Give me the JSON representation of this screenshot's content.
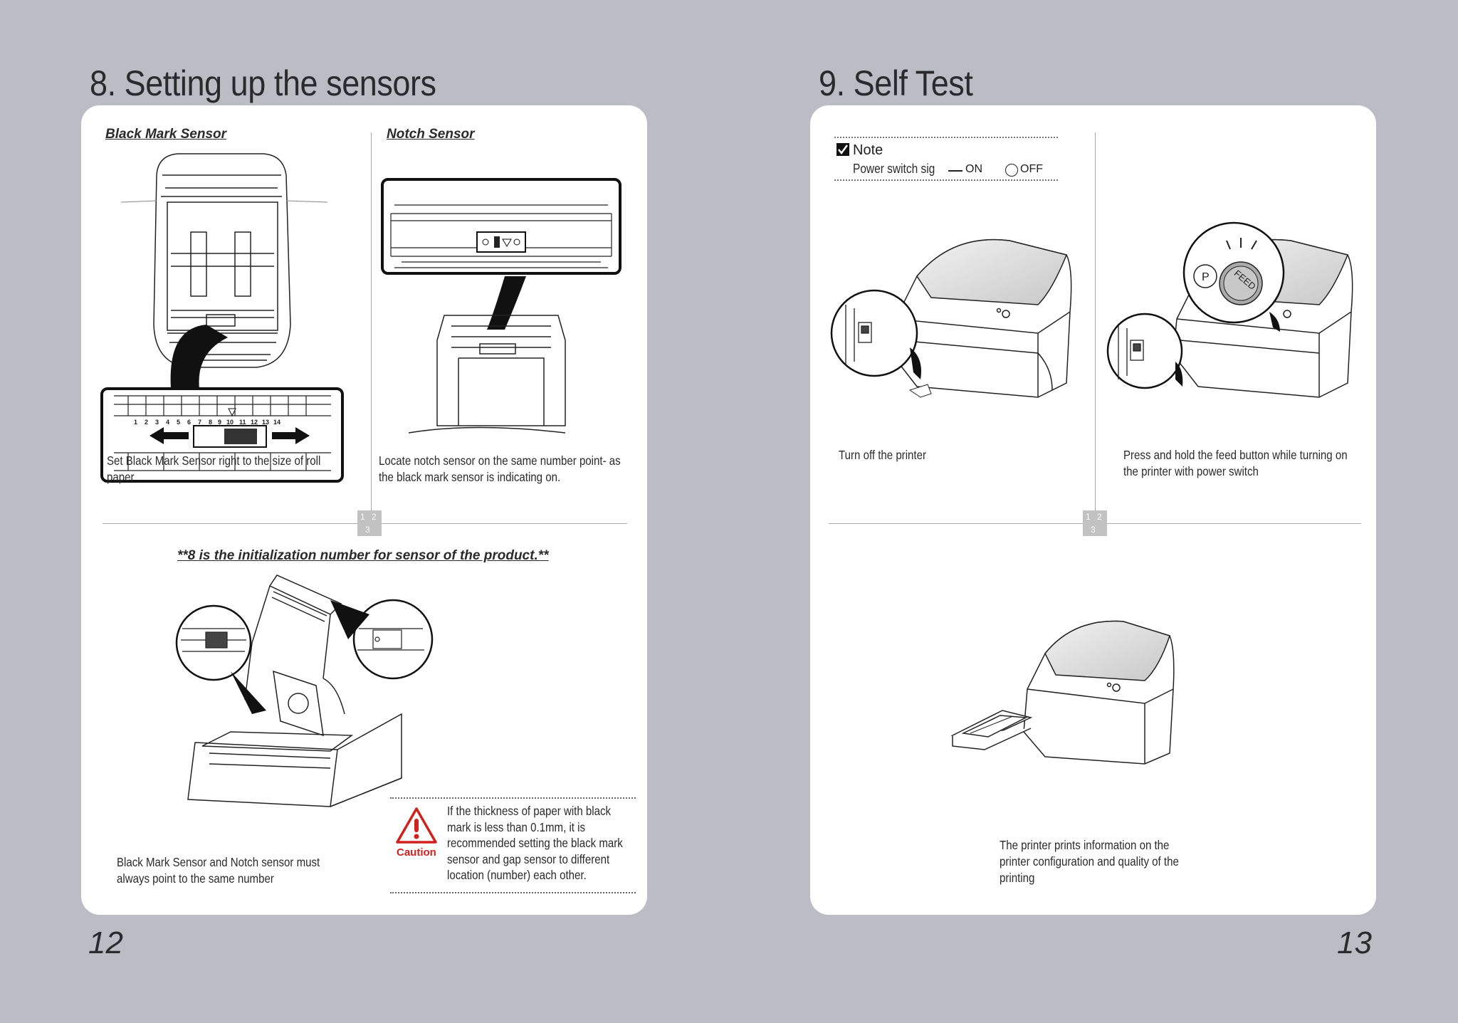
{
  "left_page": {
    "title": "8. Setting up the sensors",
    "page_number": "12",
    "black_mark_sensor_heading": "Black Mark Sensor",
    "notch_sensor_heading": "Notch Sensor",
    "black_mark_caption": "Set Black Mark Sensor right to the size of roll paper",
    "notch_caption": "Locate notch sensor on the same number point- as the black mark sensor is indicating on.",
    "step_indicator": [
      "1",
      "2",
      "3"
    ],
    "initialization_note": "**8 is the initialization number for sensor of the product.**",
    "bottom_caption": "Black Mark Sensor and Notch sensor must always point to the same number",
    "caution_label": "Caution",
    "caution_text": "If the thickness of paper with black mark is less than 0.1mm, it is recommended setting the black mark sensor and gap sensor to different location (number) each other.",
    "scale_numbers": [
      "1",
      "2",
      "3",
      "4",
      "5",
      "6",
      "7",
      "8",
      "9",
      "10",
      "11",
      "12",
      "13",
      "14"
    ]
  },
  "right_page": {
    "title": "9. Self Test",
    "page_number": "13",
    "note_label": "Note",
    "note_text": "Power switch sig",
    "on_label": "ON",
    "off_label": "OFF",
    "step1_caption": "Turn off the printer",
    "step2_caption": "Press and hold the feed button while turning on the printer with power switch",
    "step3_caption": "The printer prints information on the printer configuration and quality of the printing",
    "step_indicator": [
      "1",
      "2",
      "3"
    ],
    "feed_button_label": "FEED",
    "power_button_label": "P"
  },
  "colors": {
    "background": "#bcbcc4",
    "panel": "#ffffff",
    "caution_red": "#d0211c",
    "step_box": "#c2c2c2"
  }
}
